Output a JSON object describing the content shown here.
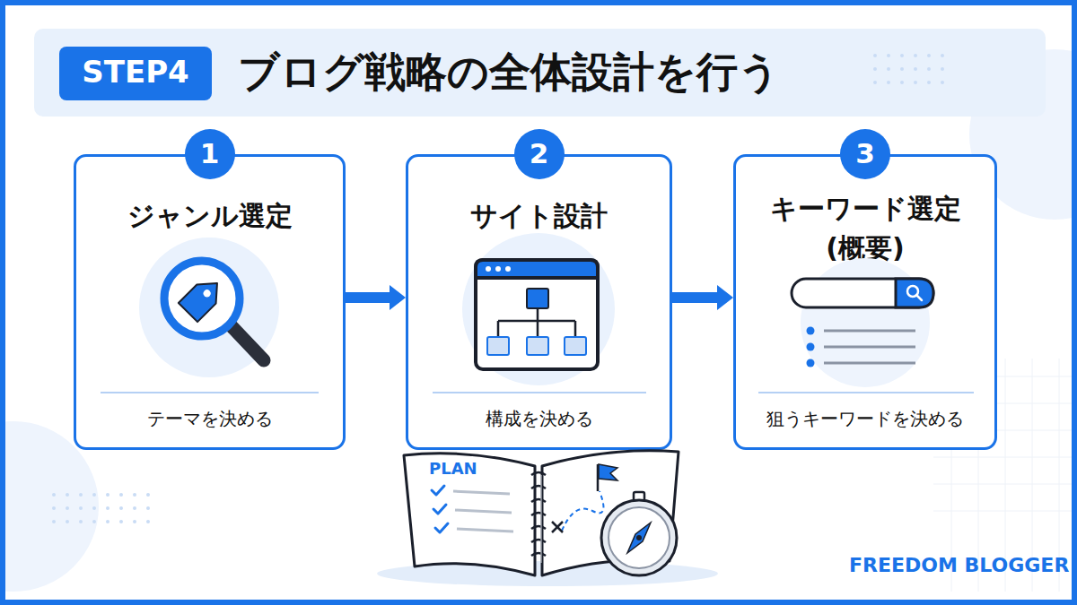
{
  "diagram": {
    "title": "ブログ戦略の全体設計を行う",
    "nodes": [
      {
        "text": [
          "STEP4"
        ]
      },
      {
        "text": [
          "ジャンル選定",
          "テーマを決める"
        ]
      },
      {
        "text": [
          "1"
        ],
        "in": 1
      },
      {
        "text": [
          "サイト設計",
          "構成を決める"
        ]
      },
      {
        "text": [
          "2"
        ],
        "in": 3
      },
      {
        "text": [
          "キーワード選定 (概要)",
          "狙うキーワードを決める"
        ]
      },
      {
        "text": [
          "3"
        ],
        "in": 5
      }
    ],
    "edges": [
      {
        "from": 1,
        "to": 3,
        "arrow": "to"
      },
      {
        "from": 3,
        "to": 5,
        "arrow": "to"
      }
    ],
    "labels": [
      "PLAN",
      "FREEDOM BLOGGER"
    ]
  }
}
